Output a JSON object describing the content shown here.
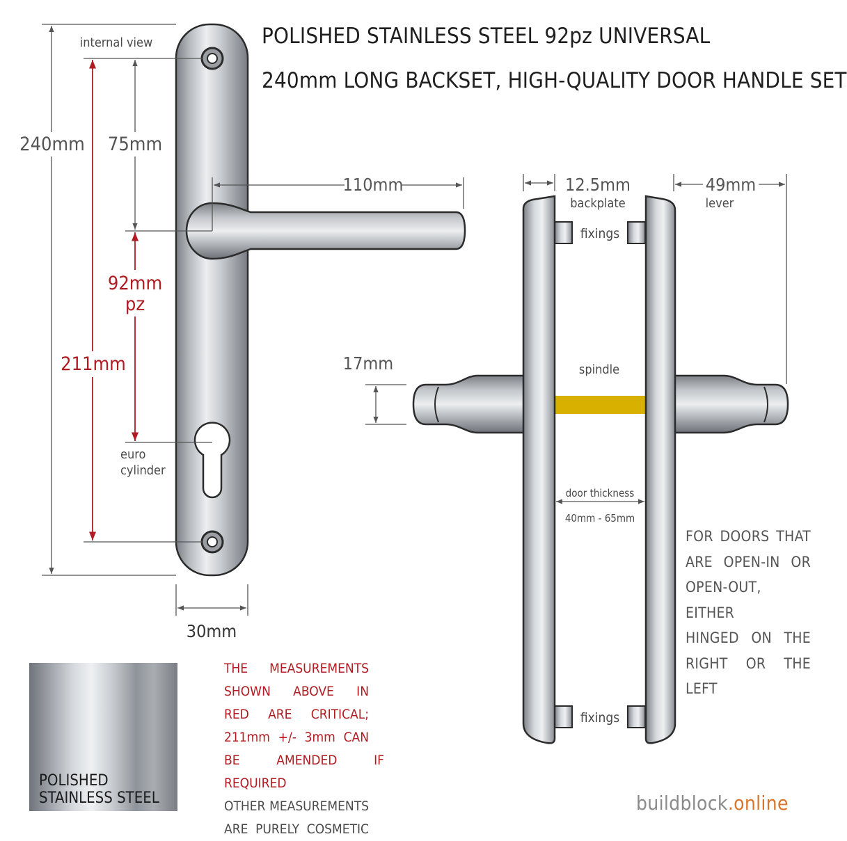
{
  "title": {
    "line1": "POLISHED STAINLESS STEEL 92pz UNIVERSAL",
    "line2": "240mm LONG BACKSET, HIGH-QUALITY DOOR HANDLE SET"
  },
  "front_view": {
    "internal_view": "internal view",
    "dim_240": "240mm",
    "dim_75": "75mm",
    "dim_110": "110mm",
    "dim_92": "92mm",
    "dim_pz": "pz",
    "dim_211": "211mm",
    "euro_line1": "euro",
    "euro_line2": "cylinder",
    "dim_30": "30mm"
  },
  "side_view": {
    "dim_12_5": "12.5mm",
    "backplate": "backplate",
    "dim_49": "49mm",
    "lever": "lever",
    "fixings_top": "fixings",
    "fixings_bottom": "fixings",
    "dim_17": "17mm",
    "spindle": "spindle",
    "door_thickness": "door thickness",
    "thickness_range": "40mm - 65mm"
  },
  "open_note": [
    "FOR DOORS THAT",
    "ARE OPEN-IN OR",
    "OPEN-OUT, EITHER",
    "HINGED ON THE",
    "RIGHT OR THE LEFT"
  ],
  "measurement_note": {
    "red_lines": [
      "THE MEASUREMENTS",
      "SHOWN ABOVE IN",
      "RED ARE CRITICAL;",
      "211mm +/- 3mm CAN",
      "BE AMENDED IF REQUIRED"
    ],
    "gray_lines": [
      "OTHER MEASUREMENTS",
      "ARE PURELY COSMETIC"
    ]
  },
  "swatch": {
    "line1": "POLISHED",
    "line2": "STAINLESS STEEL"
  },
  "brand": {
    "name": "buildblock",
    "tld": ".online"
  },
  "colors": {
    "critical": "#b01c22",
    "spindle": "#d8b000",
    "brand_accent": "#d9762b",
    "dimension_lines": "#555555"
  }
}
